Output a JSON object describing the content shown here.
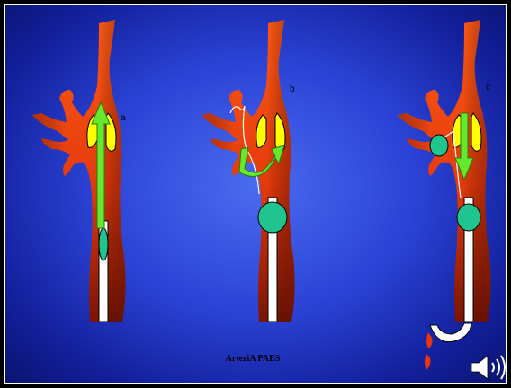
{
  "slide": {
    "caption": "ArteriA PAES",
    "panels": [
      {
        "label": "a"
      },
      {
        "label": "b"
      },
      {
        "label": "c"
      }
    ]
  },
  "colors": {
    "background": "#2b43d6",
    "artery": "#e8350c",
    "plaque": "#ffff00",
    "arrow": "#66e82c",
    "balloon": "#1fc48f",
    "catheter": "#ffffff",
    "blood_drop": "#e8350c"
  },
  "icons": {
    "audio": "speaker-icon"
  }
}
